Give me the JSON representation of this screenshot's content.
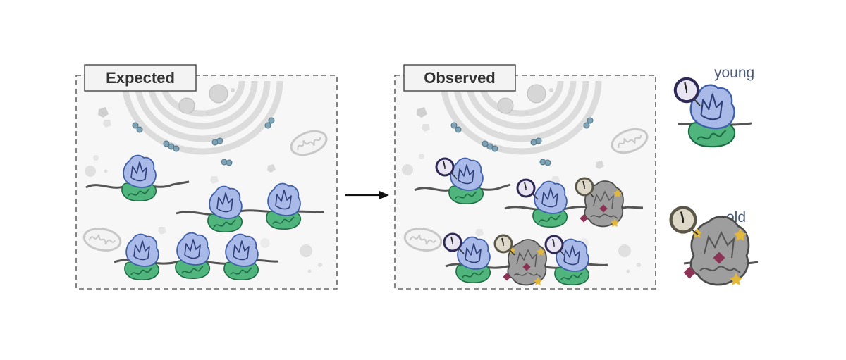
{
  "panels": {
    "expected": {
      "title": "Expected"
    },
    "observed": {
      "title": "Observed"
    }
  },
  "legend": {
    "young": {
      "label": "young"
    },
    "old": {
      "label": "old"
    }
  },
  "colors": {
    "background": "#f7f7f7",
    "panel_border": "#666666",
    "golgi": "#dcdcdc",
    "organelle": "#d6d6d6",
    "ribosome_large_young": "#a9b9e8",
    "ribosome_large_young_stroke": "#3f5fa8",
    "ribosome_small_young": "#4fb57c",
    "ribosome_small_young_stroke": "#1f6b45",
    "ribosome_old": "#9e9e9e",
    "ribosome_old_stroke": "#4b4b4b",
    "mrna": "#555555",
    "clock_young": "#2f2a55",
    "clock_old": "#8a8570",
    "damage_star": "#e3b83a",
    "damage_diamond": "#8c3356",
    "arrow": "#111111"
  },
  "icons": [
    "clock-icon",
    "ribosome-icon",
    "mrna-strand",
    "golgi-apparatus",
    "mitochondrion-icon",
    "vesicle",
    "damage-star",
    "damage-diamond",
    "arrow-icon"
  ]
}
